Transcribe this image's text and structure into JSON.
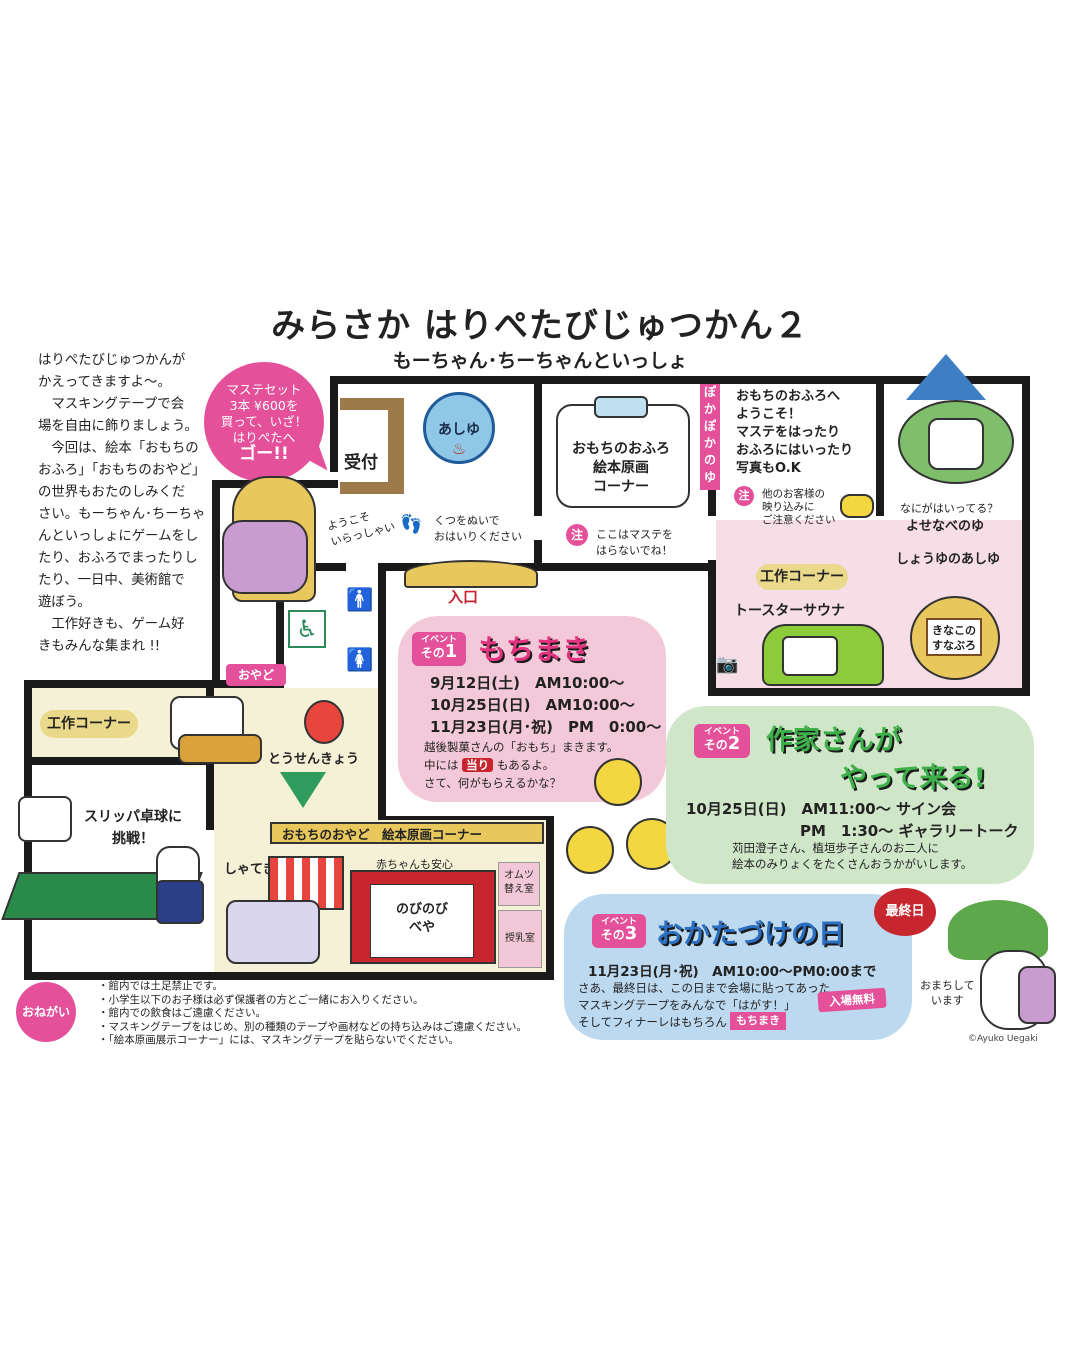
{
  "title": "みらさか はりぺたびじゅつかん２",
  "subtitle": "もーちゃん･ちーちゃんといっしょ",
  "intro": [
    "はりぺたびじゅつかんが",
    "かえってきますよ〜。",
    "マスキングテープで会",
    "場を自由に飾りましょう。",
    "今回は、絵本「おもちの",
    "おふろ」「おもちのおやど」",
    "の世界もおたのしみくだ",
    "さい。もーちゃん･ちーちゃ",
    "んといっしょにゲームをし",
    "たり、おふろでまったりし",
    "たり、一日中、美術館で",
    "遊ぼう。",
    "工作好きも、ゲーム好",
    "きもみんな集まれ !!"
  ],
  "bubble": {
    "line1": "マステセット",
    "line2": "3本 ¥600を",
    "line3": "買って、いざ！",
    "line4": "はりぺたへ",
    "line5": "ゴー!!"
  },
  "map": {
    "reception": "受付",
    "ashiyu": "あしゆ",
    "welcome1": "ようこそ",
    "welcome2": "いらっしゃい",
    "shoes1": "くつをぬいで",
    "shoes2": "おはいりください",
    "entrance": "入口",
    "bath_corner1": "おもちのおふろ",
    "bath_corner2": "絵本原画",
    "bath_corner3": "コーナー",
    "no_tape_mark": "注",
    "no_tape1": "ここはマステを",
    "no_tape2": "はらないでね！",
    "vertical_tag": [
      "ぽ",
      "か",
      "ぽ",
      "か",
      "の",
      "ゆ"
    ],
    "welcome_bath1": "おもちのおふろへ",
    "welcome_bath2": "ようこそ！",
    "welcome_bath3": "マステをはったり",
    "welcome_bath4": "おふろにはいったり",
    "welcome_bath5": "写真もO.K",
    "caution_mark": "注",
    "caution1": "他のお客様の",
    "caution2": "映り込みに",
    "caution3": "ご注意ください",
    "nabe_q": "なにがはいってる？",
    "nabe": "よせなべのゆ",
    "shoyu": "しょうゆのあしゆ",
    "craft_corner_right": "工作コーナー",
    "toaster": "トースターサウナ",
    "kinako1": "きなこの",
    "kinako2": "すなぶろ",
    "oyado_tag": "おやど",
    "craft_corner_left": "工作コーナー",
    "tousen": "とうせんきょう",
    "pingpong1": "スリッパ卓球に",
    "pingpong2": "挑戦！",
    "oyado_corner": "おもちのおやど　絵本原画コーナー",
    "shateki": "しゃてき",
    "baby": "赤ちゃんも安心",
    "nobi1": "のびのび",
    "nobi2": "べや",
    "diaper1": "オムツ",
    "diaper2": "替え室",
    "nursing": "授乳室"
  },
  "event1": {
    "badge_top": "イベント",
    "badge_bottom": "その",
    "number": "1",
    "title": "もちまき",
    "dates": [
      "9月12日(土)　AM10:00〜",
      "10月25日(日)　AM10:00〜",
      "11月23日(月･祝)　PM　0:00〜"
    ],
    "desc1": "越後製菓さんの「おもち」まきます。",
    "desc2a": "中には",
    "desc2_tag": "当り",
    "desc2b": "もあるよ。",
    "desc3": "さて、何がもらえるかな？"
  },
  "event2": {
    "badge_top": "イベント",
    "badge_bottom": "その",
    "number": "2",
    "title1": "作家さんが",
    "title2": "やって来る!",
    "line1": "10月25日(日)　AM11:00〜 サイン会",
    "line2": "PM　1:30〜 ギャラリートーク",
    "desc1": "苅田澄子さん、植垣歩子さんのお二人に",
    "desc2": "絵本のみりょくをたくさんおうかがいします。"
  },
  "event3": {
    "badge_top": "イベント",
    "badge_bottom": "その",
    "number": "3",
    "title": "おかたづけの日",
    "last_day": "最終日",
    "line1": "11月23日(月･祝)　AM10:00〜PM0:00まで",
    "desc1": "さあ、最終日は、この日まで会場に貼ってあった",
    "desc2": "マスキングテープをみんなで「はがす！」",
    "free": "入場無料",
    "desc3": "そしてフィナーレはもちろん",
    "mochimaki_tag": "もちまき"
  },
  "waiting1": "おまちして",
  "waiting2": "います",
  "onegai": "おねがい",
  "rules": [
    "・館内では土足禁止です。",
    "・小学生以下のお子様は必ず保護者の方とご一緒にお入りください。",
    "・館内での飲食はご遠慮ください。",
    "・マスキングテープをはじめ、別の種類のテープや画材などの持ち込みはご遠慮ください。",
    "・「絵本原画展示コーナー」には、マスキングテープを貼らないでください。"
  ],
  "copyright": "©Ayuko Uegaki",
  "colors": {
    "pink": "#e4519a",
    "event1_bg": "#f3c9da",
    "event2_bg": "#cfe6c8",
    "event3_bg": "#bcd9f0",
    "wall": "#1a1a1a",
    "gold": "#e8c75c"
  },
  "icons": [
    "hot-spring-icon",
    "shoes-icon",
    "toilet-male-icon",
    "toilet-female-icon",
    "wheelchair-icon",
    "camera-icon"
  ]
}
